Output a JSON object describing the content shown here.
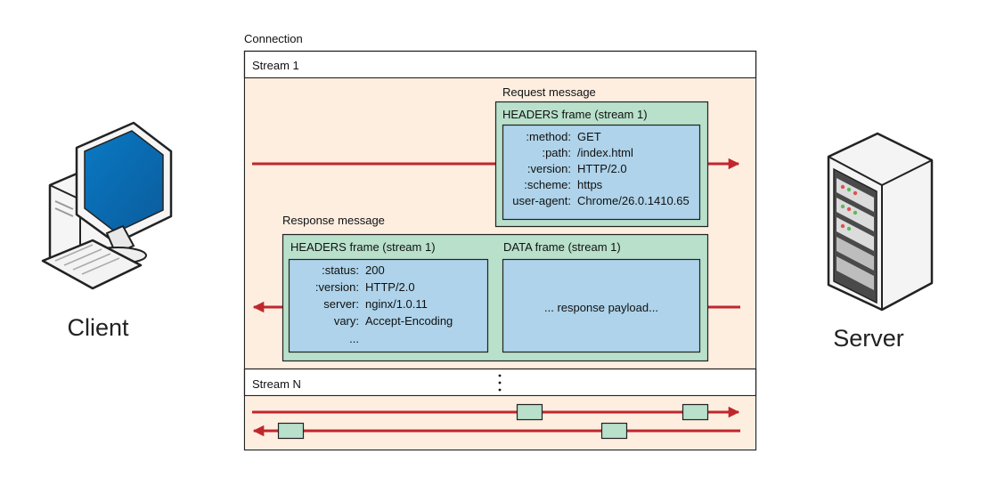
{
  "connection_label": "Connection",
  "stream1_label": "Stream 1",
  "streamN_label": "Stream N",
  "request": {
    "title": "Request message",
    "frame_title": "HEADERS frame (stream 1)",
    "headers": [
      {
        "key": ":method:",
        "value": "GET"
      },
      {
        "key": ":path:",
        "value": "/index.html"
      },
      {
        "key": ":version:",
        "value": "HTTP/2.0"
      },
      {
        "key": ":scheme:",
        "value": "https"
      },
      {
        "key": "user-agent:",
        "value": "Chrome/26.0.1410.65"
      }
    ]
  },
  "response": {
    "title": "Response message",
    "headers_frame_title": "HEADERS frame (stream 1)",
    "data_frame_title": "DATA frame (stream 1)",
    "headers": [
      {
        "key": ":status:",
        "value": "200"
      },
      {
        "key": ":version:",
        "value": "HTTP/2.0"
      },
      {
        "key": "server:",
        "value": "nginx/1.0.11"
      },
      {
        "key": "vary:",
        "value": "Accept-Encoding"
      }
    ],
    "headers_more": "...",
    "payload": "... response payload..."
  },
  "client_label": "Client",
  "server_label": "Server",
  "colors": {
    "arrow": "#c0272d",
    "stream_bg": "#fdeee0",
    "frame_green": "#b8e0cb",
    "frame_blue": "#aed3ea",
    "border": "#222222"
  }
}
